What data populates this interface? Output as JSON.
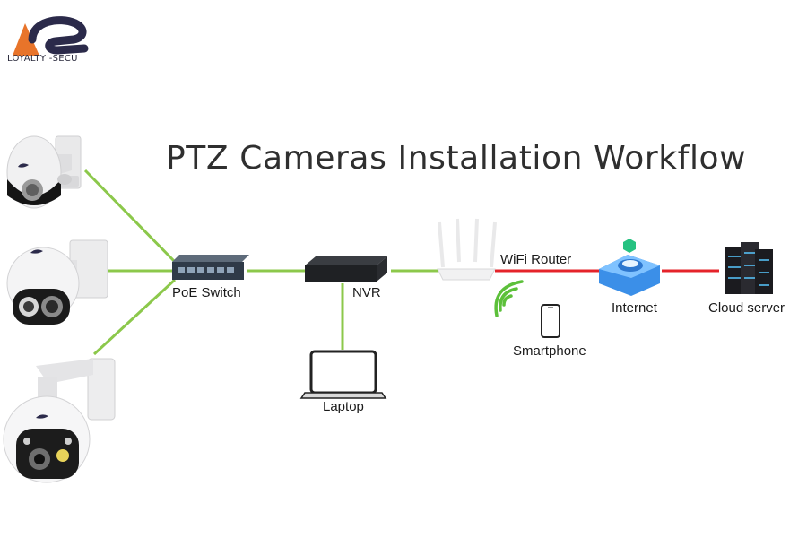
{
  "brand": {
    "name": "LOYALTY -SECU"
  },
  "title": "PTZ Cameras Installation Workflow",
  "nodes": {
    "poe_switch": "PoE Switch",
    "nvr": "NVR",
    "laptop": "Laptop",
    "wifi_router": "WiFi Router",
    "smartphone": "Smartphone",
    "internet": "Internet",
    "cloud_server": "Cloud server"
  },
  "colors": {
    "wired_link": "#8cc84b",
    "internet_link": "#e5232a",
    "wifi_signal": "#5cc03a",
    "brand_orange": "#e8742a",
    "brand_navy": "#2b2a4a",
    "internet_blue": "#3b8fe8"
  }
}
